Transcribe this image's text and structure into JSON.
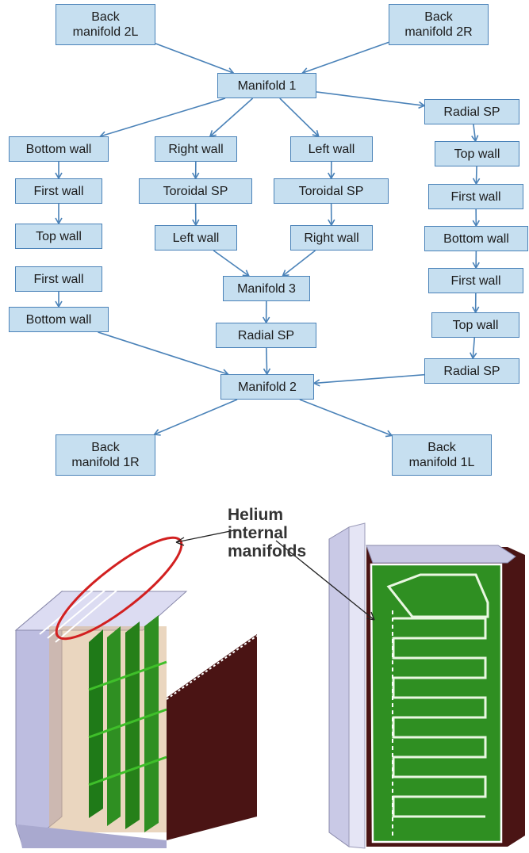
{
  "flowchart": {
    "nodes": [
      {
        "id": "back_manifold_2l",
        "label": "Back\nmanifold 2L"
      },
      {
        "id": "back_manifold_2r",
        "label": "Back\nmanifold 2R"
      },
      {
        "id": "manifold_1",
        "label": "Manifold 1"
      },
      {
        "id": "radial_sp_top",
        "label": "Radial SP"
      },
      {
        "id": "bottom_wall_l1",
        "label": "Bottom wall"
      },
      {
        "id": "first_wall_l1",
        "label": "First wall"
      },
      {
        "id": "top_wall_l1",
        "label": "Top wall"
      },
      {
        "id": "first_wall_l2",
        "label": "First wall"
      },
      {
        "id": "bottom_wall_l2",
        "label": "Bottom wall"
      },
      {
        "id": "right_wall_c1",
        "label": "Right wall"
      },
      {
        "id": "toroidal_sp_c1",
        "label": "Toroidal SP"
      },
      {
        "id": "left_wall_c1",
        "label": "Left wall"
      },
      {
        "id": "left_wall_c2",
        "label": "Left wall"
      },
      {
        "id": "toroidal_sp_c2",
        "label": "Toroidal SP"
      },
      {
        "id": "right_wall_c2",
        "label": "Right wall"
      },
      {
        "id": "manifold_3",
        "label": "Manifold 3"
      },
      {
        "id": "radial_sp_mid",
        "label": "Radial SP"
      },
      {
        "id": "top_wall_r1",
        "label": "Top wall"
      },
      {
        "id": "first_wall_r1",
        "label": "First wall"
      },
      {
        "id": "bottom_wall_r",
        "label": "Bottom wall"
      },
      {
        "id": "first_wall_r2",
        "label": "First wall"
      },
      {
        "id": "top_wall_r2",
        "label": "Top wall"
      },
      {
        "id": "radial_sp_bottom",
        "label": "Radial SP"
      },
      {
        "id": "manifold_2",
        "label": "Manifold 2"
      },
      {
        "id": "back_manifold_1r",
        "label": "Back\nmanifold 1R"
      },
      {
        "id": "back_manifold_1l",
        "label": "Back\nmanifold 1L"
      }
    ],
    "edges": [
      [
        "back_manifold_2l",
        "manifold_1"
      ],
      [
        "back_manifold_2r",
        "manifold_1"
      ],
      [
        "manifold_1",
        "bottom_wall_l1"
      ],
      [
        "manifold_1",
        "right_wall_c1"
      ],
      [
        "manifold_1",
        "left_wall_c2"
      ],
      [
        "manifold_1",
        "radial_sp_top"
      ],
      [
        "bottom_wall_l1",
        "first_wall_l1"
      ],
      [
        "first_wall_l1",
        "top_wall_l1"
      ],
      [
        "first_wall_l2",
        "bottom_wall_l2"
      ],
      [
        "right_wall_c1",
        "toroidal_sp_c1"
      ],
      [
        "toroidal_sp_c1",
        "left_wall_c1"
      ],
      [
        "left_wall_c2",
        "toroidal_sp_c2"
      ],
      [
        "toroidal_sp_c2",
        "right_wall_c2"
      ],
      [
        "left_wall_c1",
        "manifold_3"
      ],
      [
        "right_wall_c2",
        "manifold_3"
      ],
      [
        "manifold_3",
        "radial_sp_mid"
      ],
      [
        "radial_sp_mid",
        "manifold_2"
      ],
      [
        "radial_sp_top",
        "top_wall_r1"
      ],
      [
        "top_wall_r1",
        "first_wall_r1"
      ],
      [
        "first_wall_r1",
        "bottom_wall_r"
      ],
      [
        "bottom_wall_r",
        "first_wall_r2"
      ],
      [
        "first_wall_r2",
        "top_wall_r2"
      ],
      [
        "top_wall_r2",
        "radial_sp_bottom"
      ],
      [
        "bottom_wall_l2",
        "manifold_2"
      ],
      [
        "radial_sp_bottom",
        "manifold_2"
      ],
      [
        "manifold_2",
        "back_manifold_1r"
      ],
      [
        "manifold_2",
        "back_manifold_1l"
      ]
    ],
    "colors": {
      "box_fill": "#c6dff0",
      "box_border": "#4a82b8",
      "arrow": "#4a82b8"
    }
  },
  "illustration": {
    "callout_label": "Helium\ninternal\nmanifolds",
    "colors": {
      "housing": "#c9c9e6",
      "plates": "#2f8f22",
      "back": "#4a1414",
      "highlight": "#d22020"
    }
  }
}
